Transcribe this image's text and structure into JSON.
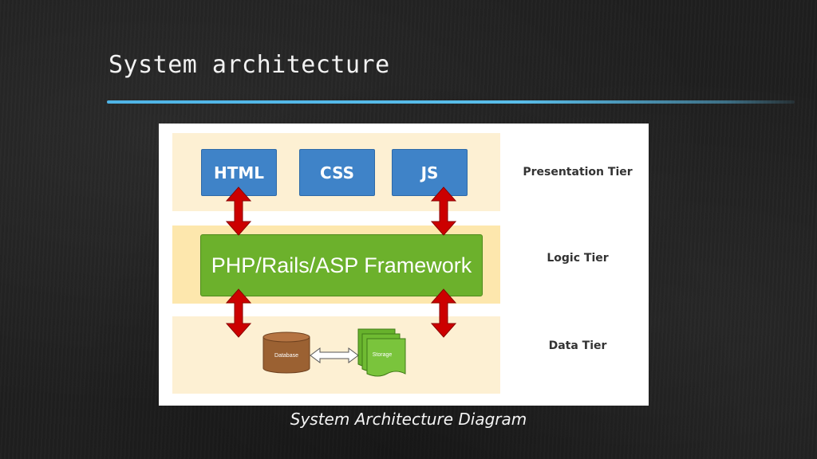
{
  "slide": {
    "title": "System architecture",
    "caption": "System Architecture Diagram"
  },
  "diagram": {
    "presentation_items": [
      "HTML",
      "CSS",
      "JS"
    ],
    "framework_label": "PHP/Rails/ASP Framework",
    "tiers": {
      "presentation": "Presentation Tier",
      "logic": "Logic Tier",
      "data": "Data Tier"
    },
    "database_label": "Database",
    "storage_label": "Storage"
  },
  "colors": {
    "accent_rule": "#4fb4e6",
    "tech_box": "#3f83c8",
    "framework": "#6cb12c",
    "arrow": "#cc0000",
    "database": "#9b6132",
    "storage": "#67b22c"
  }
}
